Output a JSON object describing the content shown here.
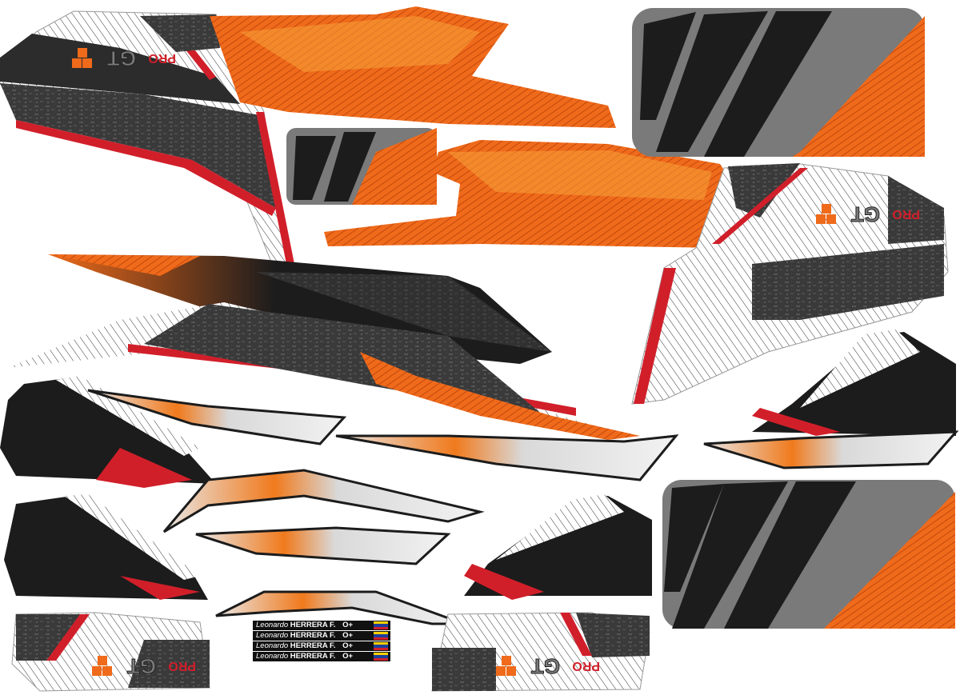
{
  "sheet": {
    "logo_text": "GT PRO",
    "colors": {
      "orange": "#ef6a1a",
      "orange_light": "#f79a2a",
      "dark": "#1c1c1c",
      "gray": "#7a7a7a",
      "red": "#d11f2a",
      "white": "#ffffff"
    }
  },
  "nameplates": [
    {
      "first": "Leonardo",
      "last": "HERRERA F.",
      "blood": "O+"
    },
    {
      "first": "Leonardo",
      "last": "HERRERA F.",
      "blood": "O+"
    },
    {
      "first": "Leonardo",
      "last": "HERRERA F.",
      "blood": "O+"
    },
    {
      "first": "Leonardo",
      "last": "HERRERA F.",
      "blood": "O+"
    }
  ],
  "flag_colors": [
    "#f5d000",
    "#1d3f9a",
    "#d11f2a"
  ]
}
